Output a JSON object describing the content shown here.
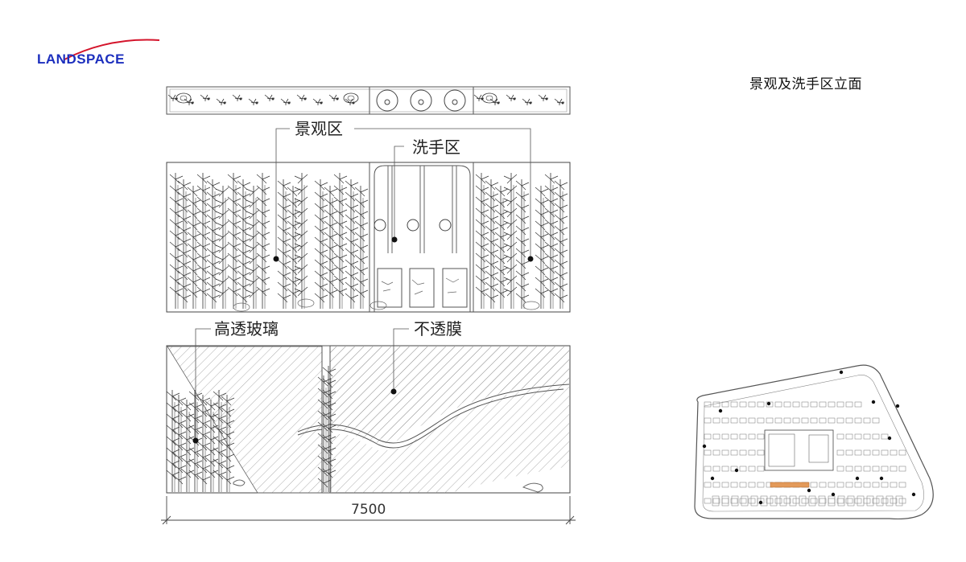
{
  "brand": {
    "logo_text": "LANDSPACE",
    "logo_color": "#1c2fbe",
    "arc_color": "#d4142b"
  },
  "title": "景观及洗手区立面",
  "callouts": {
    "landscape_zone": "景观区",
    "handwash_zone": "洗手区",
    "high_clear_glass": "高透玻璃",
    "opaque_film": "不透膜"
  },
  "dimension": "7500",
  "icons": [
    "plant-frieze-icon",
    "bamboo-icon",
    "sink-icon",
    "floor-plan-icon"
  ]
}
